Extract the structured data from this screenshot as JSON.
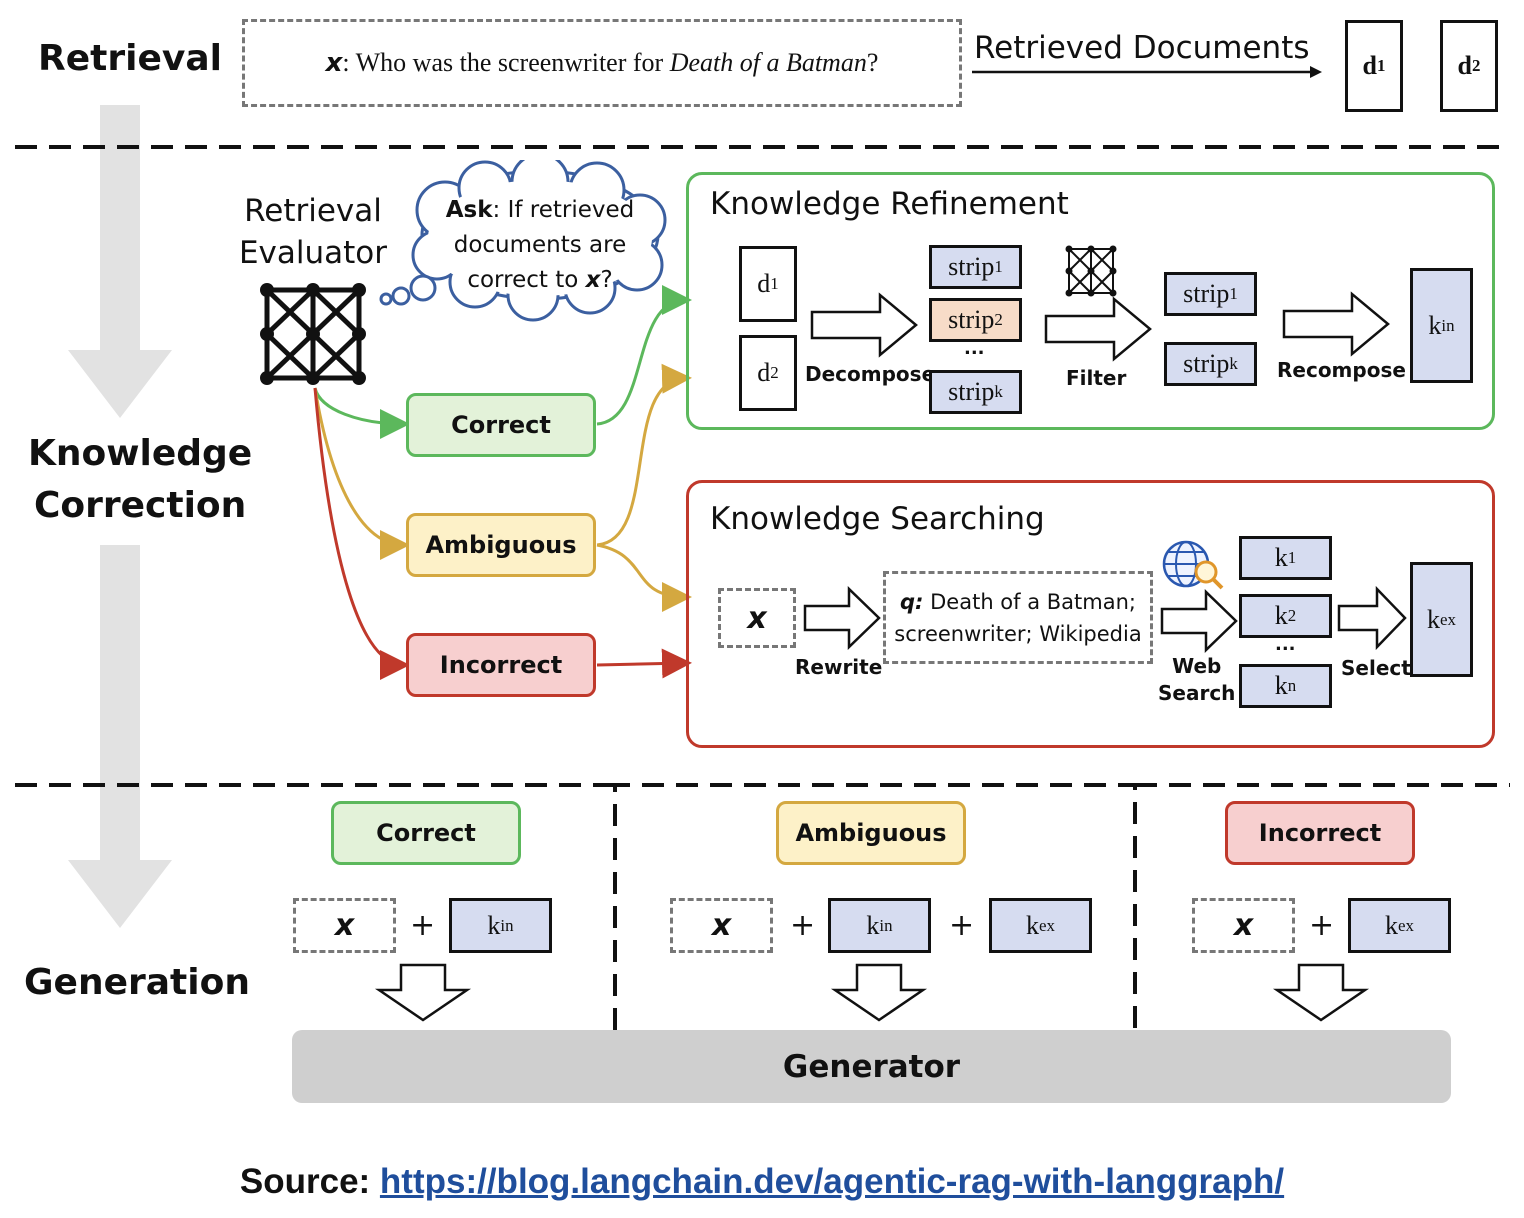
{
  "stages": {
    "retrieval": "Retrieval",
    "knowledge_correction_line1": "Knowledge",
    "knowledge_correction_line2": "Correction",
    "generation": "Generation"
  },
  "query": {
    "var": "x",
    "text_prefix": ": Who was the screenwriter for ",
    "text_italic": "Death of a Batman",
    "text_suffix": "?"
  },
  "retrieved_documents_label": "Retrieved Documents",
  "docs": [
    {
      "base": "d",
      "sub": "1"
    },
    {
      "base": "d",
      "sub": "2"
    }
  ],
  "evaluator": {
    "line1": "Retrieval",
    "line2": "Evaluator"
  },
  "thought": {
    "ask": "Ask",
    "line1_rest": ": If retrieved",
    "line2": "documents are",
    "line3_prefix": "correct to ",
    "line3_var": "x",
    "line3_suffix": "?"
  },
  "judgments": {
    "correct": "Correct",
    "ambiguous": "Ambiguous",
    "incorrect": "Incorrect"
  },
  "refinement": {
    "title": "Knowledge Refinement",
    "decompose": "Decompose",
    "filter": "Filter",
    "recompose": "Recompose",
    "ellipsis": "...",
    "strip_base": "strip",
    "strips_left": [
      "1",
      "2",
      "k"
    ],
    "strips_right": [
      "1",
      "k"
    ],
    "k_in": {
      "base": "k",
      "sub": "in"
    }
  },
  "searching": {
    "title": "Knowledge Searching",
    "x": "x",
    "rewrite": "Rewrite",
    "q_label": "q:",
    "q_line1": "Death of a Batman;",
    "q_line2": "screenwriter; Wikipedia",
    "web_search_line1": "Web",
    "web_search_line2": "Search",
    "select": "Select",
    "ellipsis": "...",
    "k_items": [
      {
        "base": "k",
        "sub": "1"
      },
      {
        "base": "k",
        "sub": "2"
      },
      {
        "base": "k",
        "sub": "n"
      }
    ],
    "k_ex": {
      "base": "k",
      "sub": "ex"
    }
  },
  "generation": {
    "correct": "Correct",
    "ambiguous": "Ambiguous",
    "incorrect": "Incorrect",
    "x": "x",
    "plus": "+",
    "k_in": {
      "base": "k",
      "sub": "in"
    },
    "k_ex": {
      "base": "k",
      "sub": "ex"
    },
    "generator": "Generator"
  },
  "source": {
    "label": "Source: ",
    "url": "https://blog.langchain.dev/agentic-rag-with-langgraph/"
  },
  "colors": {
    "green": "#5cb85c",
    "yellow": "#d4a840",
    "red": "#c0392b",
    "blue_fill": "#d6dcf0",
    "big_arrow": "#e2e2e2",
    "generator_fill": "#cfcfcf"
  }
}
